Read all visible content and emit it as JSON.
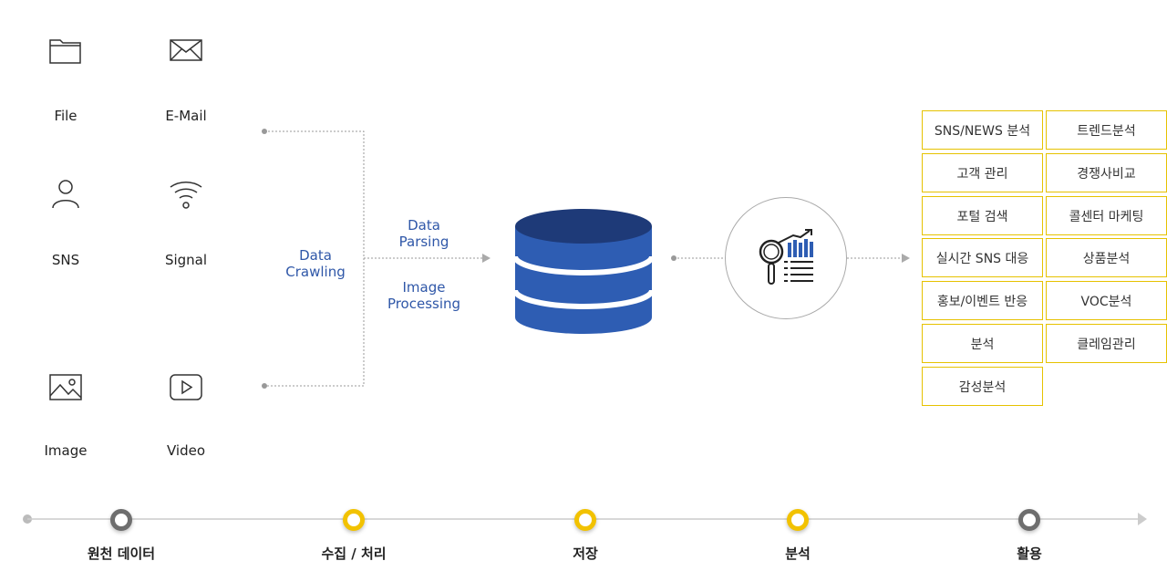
{
  "sources": [
    {
      "label": "File",
      "icon": "folder-icon"
    },
    {
      "label": "E-Mail",
      "icon": "envelope-icon"
    },
    {
      "label": "SNS",
      "icon": "person-icon"
    },
    {
      "label": "Signal",
      "icon": "wifi-signal-icon"
    },
    {
      "label": "Image",
      "icon": "picture-icon"
    },
    {
      "label": "Video",
      "icon": "video-play-icon"
    }
  ],
  "flow": {
    "crawling": {
      "line1": "Data",
      "line2": "Crawling"
    },
    "parsing": {
      "line1": "Data",
      "line2": "Parsing"
    },
    "processing": {
      "line1": "Image",
      "line2": "Processing"
    }
  },
  "center": {
    "db_icon": "database-icon",
    "analysis_icon": "magnifier-chart-icon"
  },
  "applications": [
    "SNS/NEWS 분석",
    "트렌드분석",
    "고객 관리",
    "경쟁사비교",
    "포털 검색",
    "콜센터 마케팅",
    "실시간 SNS 대응",
    "상품분석",
    "홍보/이벤트 반응",
    "VOC분석",
    "분석",
    "클레임관리",
    "감성분석"
  ],
  "timeline": [
    {
      "label": "원천 데이터",
      "status": "gray"
    },
    {
      "label": "수집 / 처리",
      "status": "yellow"
    },
    {
      "label": "저장",
      "status": "yellow"
    },
    {
      "label": "분석",
      "status": "yellow"
    },
    {
      "label": "활용",
      "status": "gray"
    }
  ],
  "colors": {
    "accent_blue": "#2f57a8",
    "db_dark": "#1e3a78",
    "db_light": "#2e5db3",
    "highlight_yellow": "#f2c200",
    "muted_gray": "#6e6e6e"
  }
}
